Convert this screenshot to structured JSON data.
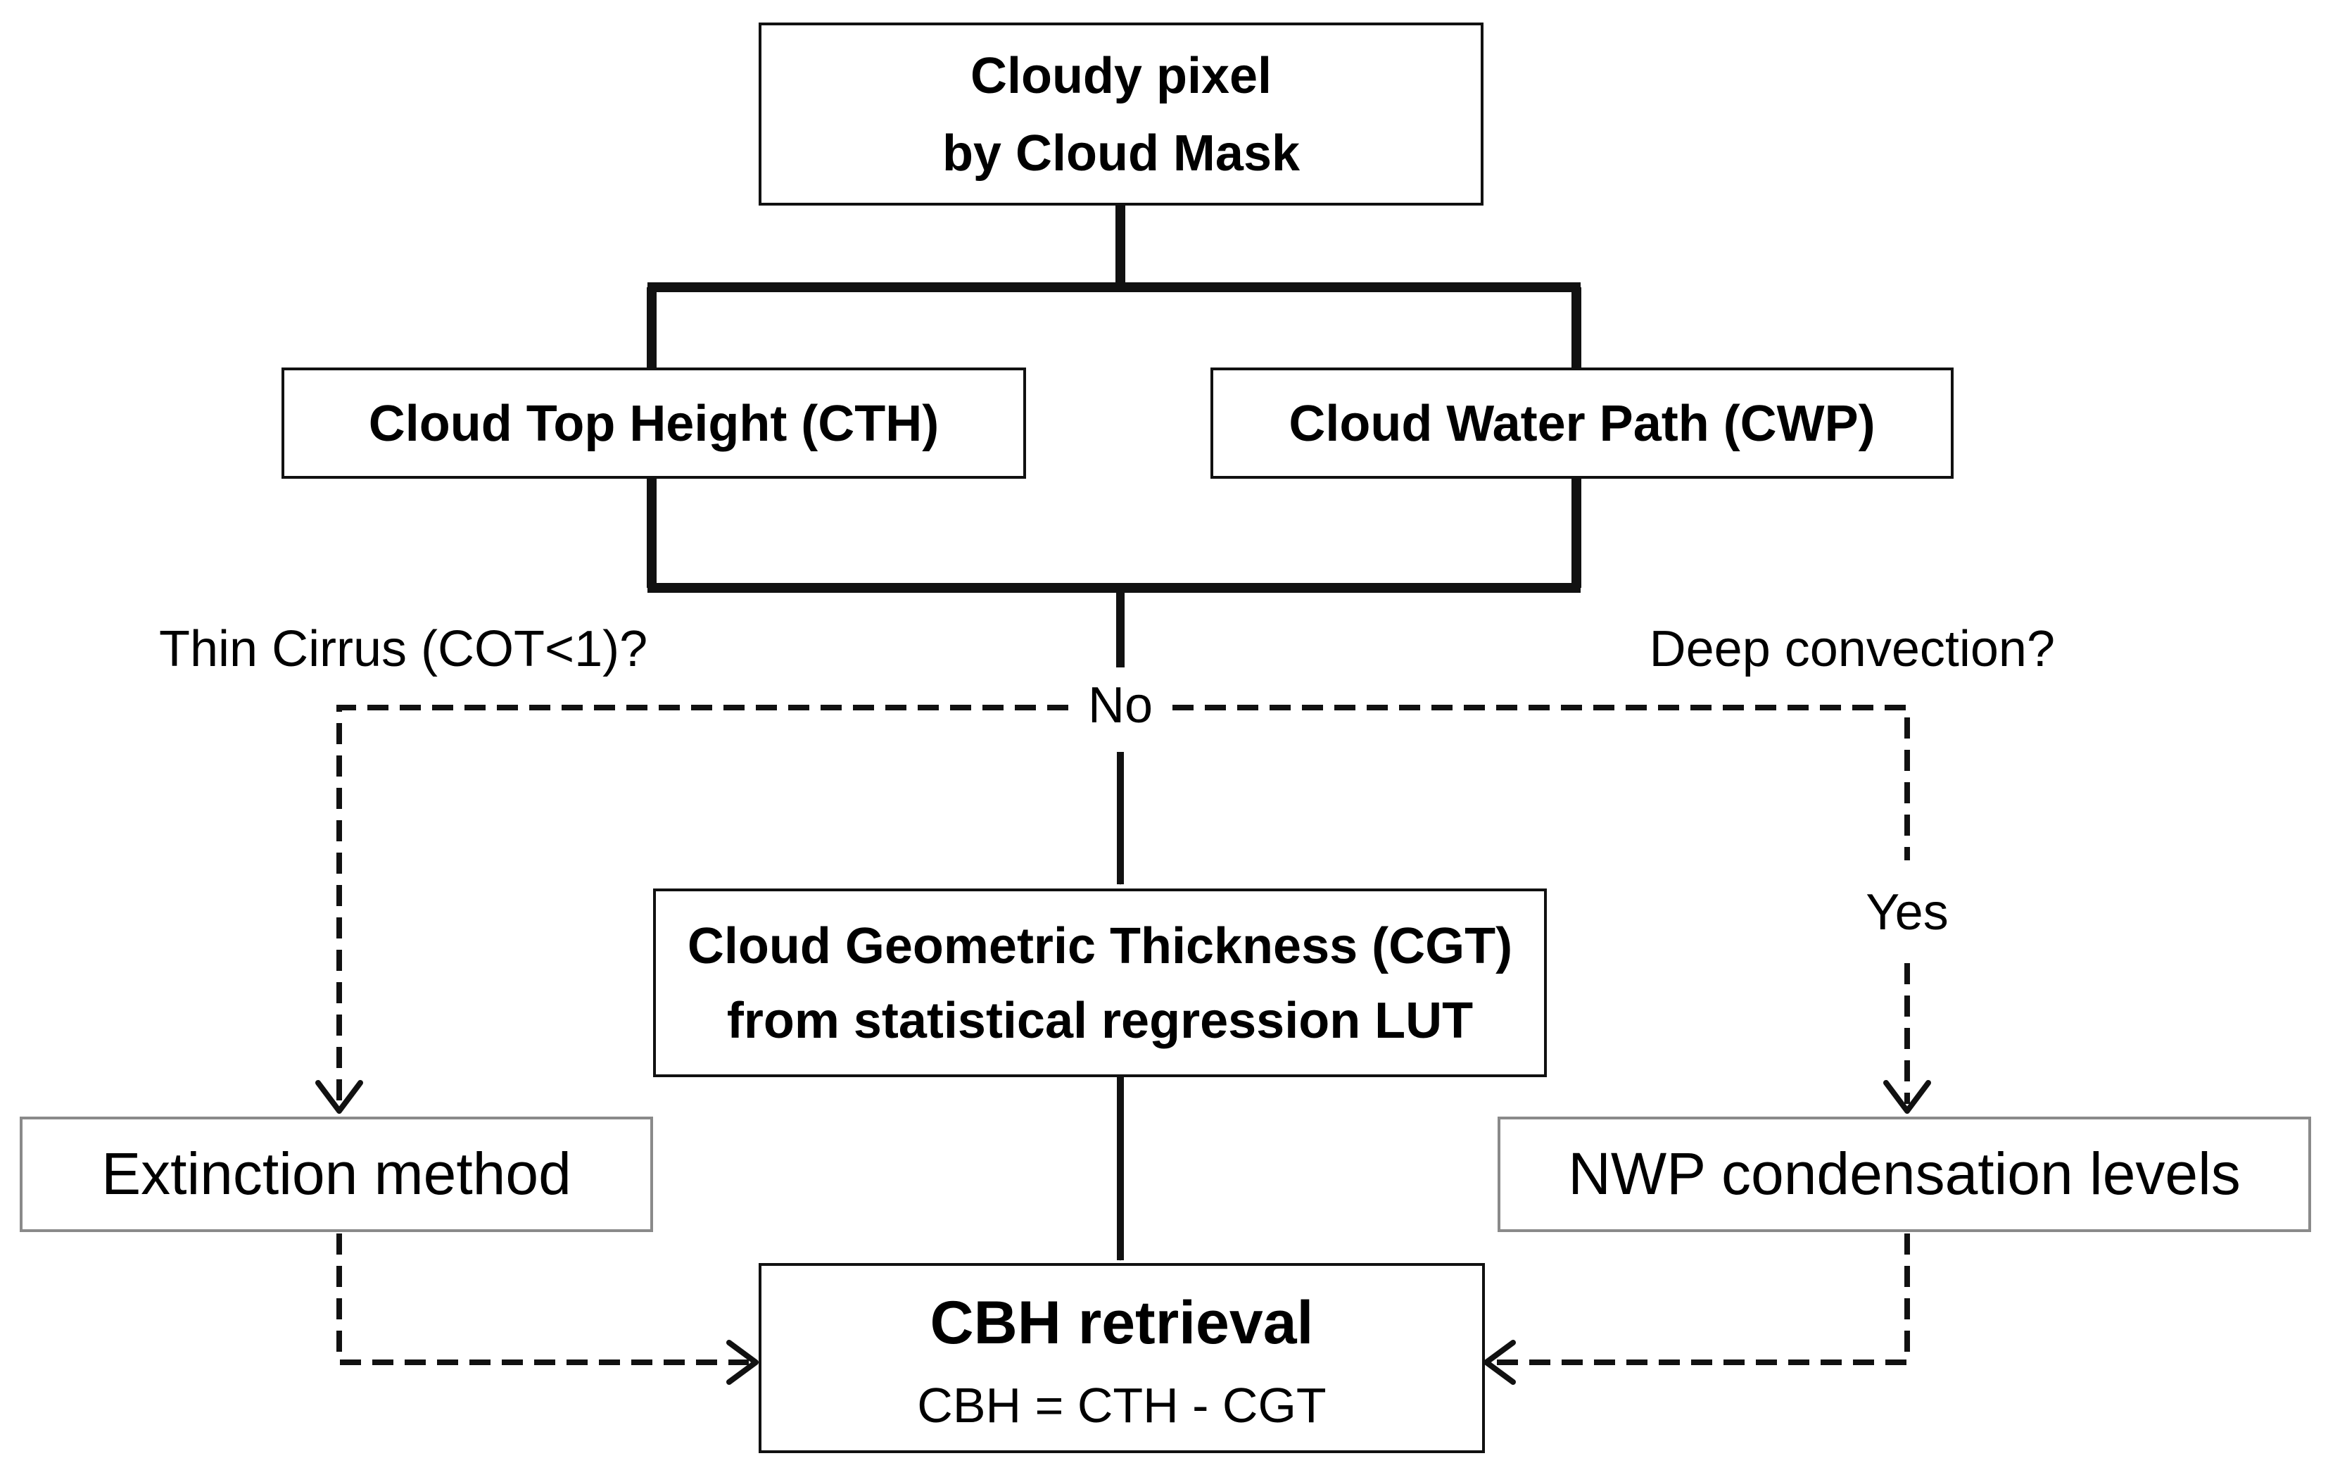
{
  "boxes": {
    "cloudy_pixel": {
      "line1": "Cloudy pixel",
      "line2": "by Cloud Mask"
    },
    "cth": {
      "label": "Cloud Top Height (CTH)"
    },
    "cwp": {
      "label": "Cloud Water Path (CWP)"
    },
    "cgt": {
      "line1": "Cloud Geometric Thickness (CGT)",
      "line2": "from statistical regression LUT"
    },
    "extinction": {
      "label": "Extinction method"
    },
    "nwp": {
      "label": "NWP condensation levels"
    },
    "cbh": {
      "title": "CBH retrieval",
      "formula": "CBH = CTH - CGT"
    }
  },
  "decisions": {
    "thin_cirrus": "Thin Cirrus (COT<1)?",
    "deep_convection": "Deep convection?",
    "no": "No",
    "yes": "Yes"
  },
  "colors": {
    "line": "#111111",
    "box_border_bold": "#111111",
    "box_border_light": "#8a8a8a",
    "background": "#ffffff"
  }
}
